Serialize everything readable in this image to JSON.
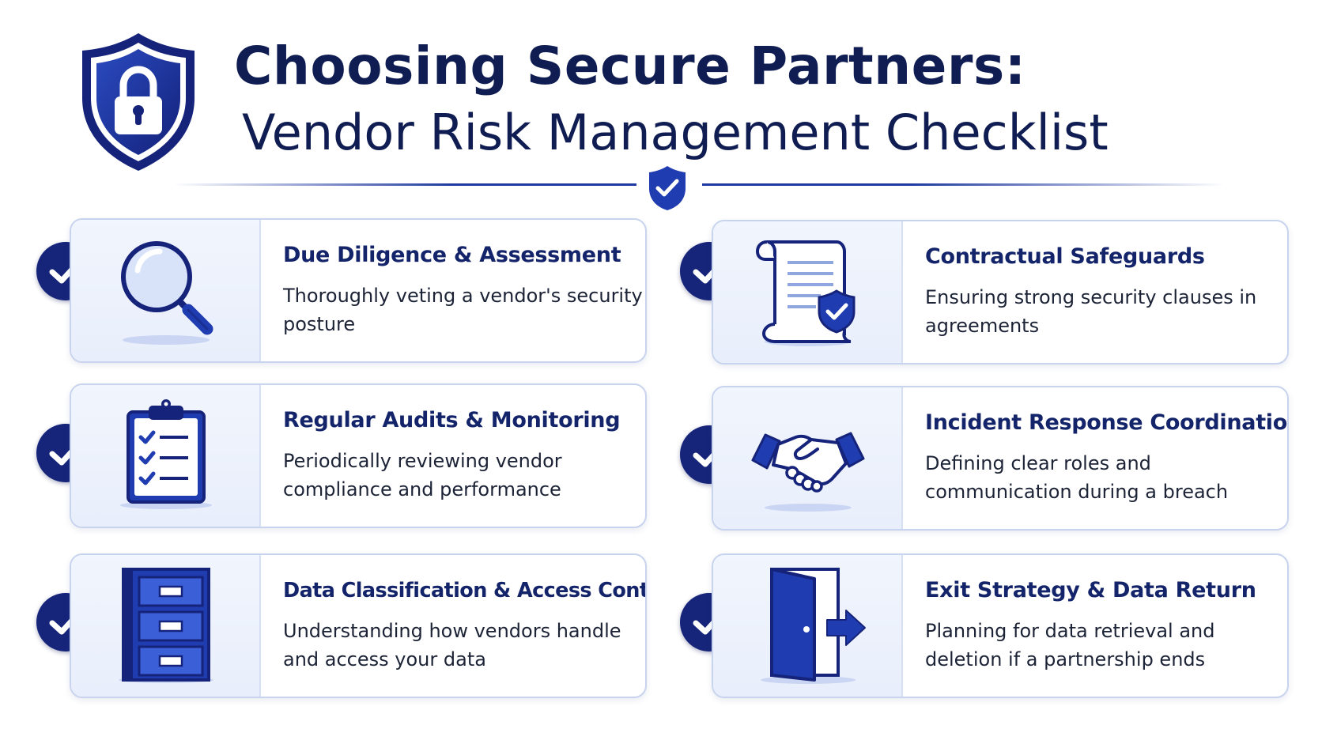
{
  "header": {
    "title": "Choosing Secure Partners:",
    "subtitle": "Vendor Risk Management Checklist",
    "logo_icon": "shield-lock-icon",
    "divider_icon": "shield-check-icon"
  },
  "colors": {
    "navy": "#101d52",
    "accent_blue": "#1e3aa0",
    "check_circle": "#16257a",
    "card_border": "#c8d4ee",
    "icon_panel": "#eef3fc"
  },
  "cards": [
    {
      "title": "Due Diligence & Assessment",
      "description": "Thoroughly veting a vendor's security posture",
      "icon": "magnifying-glass-icon"
    },
    {
      "title": "Contractual Safeguards",
      "description": "Ensuring strong security clauses in agreements",
      "icon": "contract-scroll-shield-icon"
    },
    {
      "title": "Regular Audits & Monitoring",
      "description": "Periodically reviewing vendor compliance and performance",
      "icon": "clipboard-checklist-icon"
    },
    {
      "title": "Incident Response Coordination",
      "description": "Defining clear roles and communication during a breach",
      "icon": "handshake-icon"
    },
    {
      "title": "Data Classification & Access Control",
      "description": "Understanding how vendors handle and access your data",
      "icon": "filing-cabinet-icon"
    },
    {
      "title": "Exit Strategy & Data Return",
      "description": "Planning for data retrieval and deletion if a partnership ends",
      "icon": "exit-door-icon"
    }
  ]
}
